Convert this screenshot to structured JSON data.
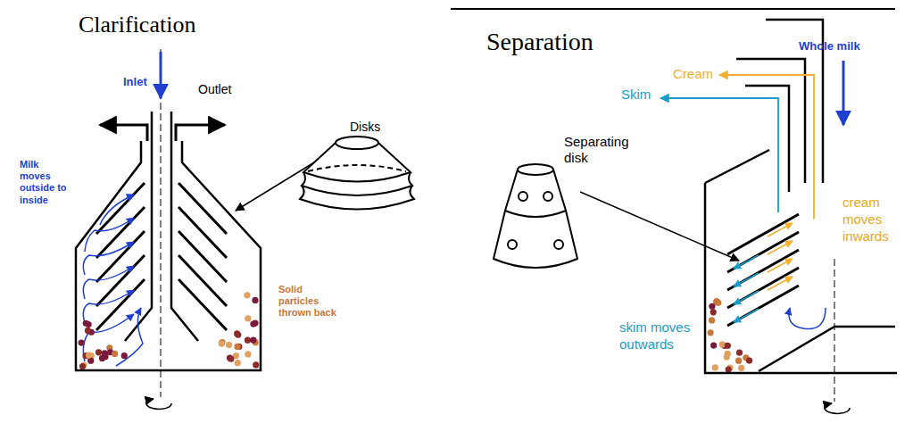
{
  "diagram": {
    "labels": [
      "Clarification",
      "Inlet",
      "Outlet",
      "Milk moves outside to inside",
      "Disks",
      "Solid particles thrown back",
      "Separation",
      "Whole milk",
      "Cream",
      "Skim",
      "Separating disk",
      "cream moves inwards",
      "skim moves outwards"
    ]
  }
}
